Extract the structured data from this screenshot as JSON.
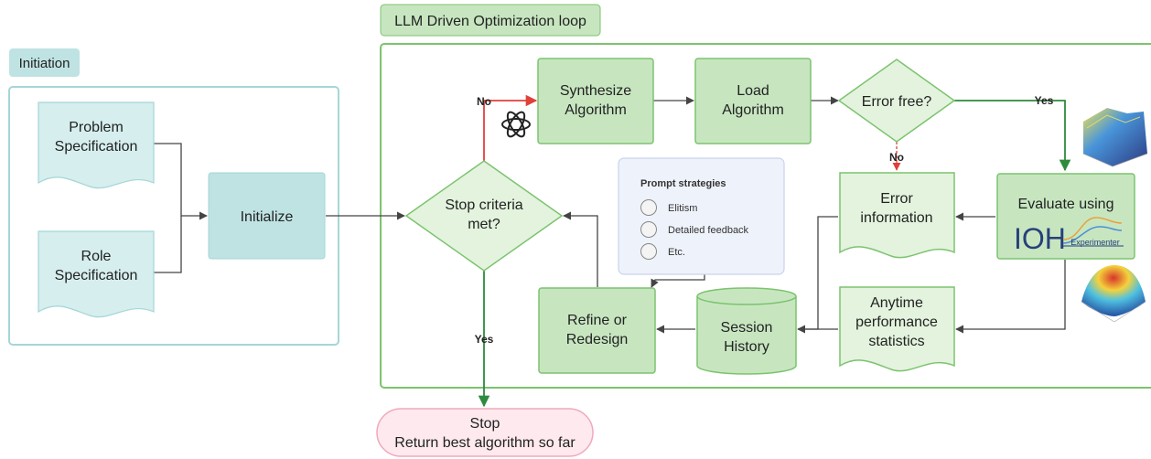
{
  "sections": {
    "initiation": "Initiation",
    "loop": "LLM Driven Optimization loop"
  },
  "nodes": {
    "problem_spec": [
      "Problem",
      "Specification"
    ],
    "role_spec": [
      "Role",
      "Specification"
    ],
    "initialize": "Initialize",
    "stop_criteria": [
      "Stop criteria",
      "met?"
    ],
    "synthesize": [
      "Synthesize",
      "Algorithm"
    ],
    "load": [
      "Load",
      "Algorithm"
    ],
    "error_free": "Error free?",
    "evaluate": "Evaluate using",
    "ioh_logo": "IOH",
    "ioh_sub": "Experimenter",
    "error_info": [
      "Error",
      "information"
    ],
    "anytime": [
      "Anytime",
      "performance",
      "statistics"
    ],
    "session_history": [
      "Session",
      "History"
    ],
    "refine": [
      "Refine or",
      "Redesign"
    ],
    "stop": [
      "Stop",
      "Return best algorithm so far"
    ]
  },
  "prompt_strategies": {
    "title": "Prompt strategies",
    "options": [
      "Elitism",
      "Detailed feedback",
      "Etc."
    ]
  },
  "edge_labels": {
    "no_top": "No",
    "yes_error_free": "Yes",
    "no_error": "No",
    "yes_stop": "Yes"
  },
  "colors": {
    "teal_fill": "#bfe3e3",
    "teal_stroke": "#a5d6d6",
    "green_fill": "#c7e6c0",
    "green_stroke": "#7cc36e",
    "light_green_fill": "#e3f3de",
    "pink_fill": "#fde9ee",
    "pink_stroke": "#f0a9bb",
    "prompt_fill": "#eef2fb",
    "red_arrow": "#e0403a",
    "green_arrow": "#2e8b3e",
    "gray_arrow": "#444444"
  }
}
